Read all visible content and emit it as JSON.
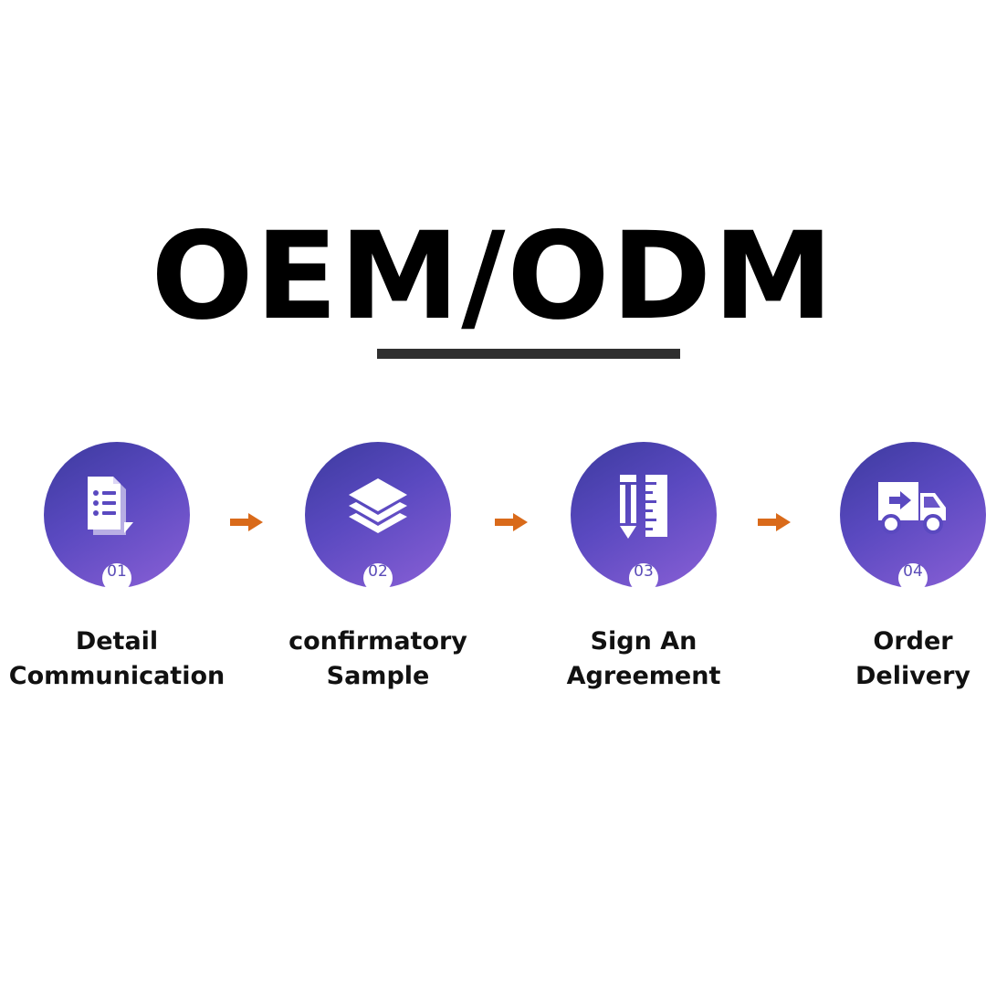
{
  "title": "OEM/ODM",
  "steps": [
    {
      "number": "01",
      "label_line1": "Detail",
      "label_line2": "Communication",
      "icon": "document-list-icon"
    },
    {
      "number": "02",
      "label_line1": "confirmatory",
      "label_line2": "Sample",
      "icon": "layers-stack-icon"
    },
    {
      "number": "03",
      "label_line1": "Sign An",
      "label_line2": "Agreement",
      "icon": "pen-ruler-icon"
    },
    {
      "number": "04",
      "label_line1": "Order",
      "label_line2": "Delivery",
      "icon": "delivery-truck-icon"
    }
  ],
  "colors": {
    "circle_gradient_start": "#3c3a9e",
    "circle_gradient_end": "#8a60d6",
    "arrow": "#d96a1a",
    "underline": "#2f2f2f"
  }
}
